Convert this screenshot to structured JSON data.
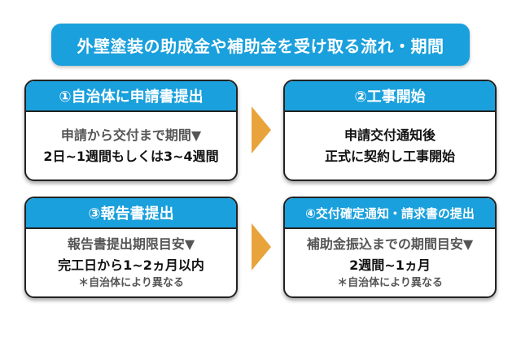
{
  "title": "外壁塗装の助成金や補助金を受け取る流れ・期間",
  "steps": [
    {
      "header": "①自治体に申請書提出",
      "lines": [
        "申請から交付まで期間▼",
        "2日~1週間もしくは3~4週間"
      ]
    },
    {
      "header": "②工事開始",
      "lines": [
        "申請交付通知後",
        "正式に契約し工事開始"
      ]
    },
    {
      "header": "③報告書提出",
      "lines": [
        "報告書提出期限目安▼",
        "完工日から1~2ヵ月以内"
      ],
      "note": "＊自治体により異なる"
    },
    {
      "header": "④交付確定通知・請求書の提出",
      "lines": [
        "補助金振込までの期間目安▼",
        "2週間~1ヵ月"
      ],
      "note": "＊自治体により異なる"
    }
  ],
  "colors": {
    "accent": "#1aa0dc",
    "arrow": "#e8a33a",
    "border": "#222222"
  }
}
